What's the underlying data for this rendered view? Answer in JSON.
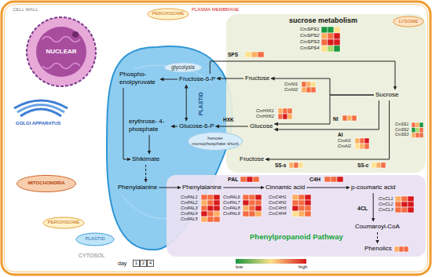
{
  "diagram": {
    "nodes": [
      {
        "text": [
          "CELL WALL",
          "PLASMA MEMBRANE",
          "CYTOSOL"
        ]
      },
      {
        "text": [
          "NUCLEAR"
        ],
        "in": 0
      },
      {
        "text": [
          "PEROXISOME"
        ],
        "in": 0
      },
      {
        "text": [
          "LYSOME"
        ],
        "in": 0
      },
      {
        "text": [
          "GOLGI APPARATUS"
        ],
        "in": 0
      },
      {
        "text": [
          "MITOCHONDRIA"
        ],
        "in": 0
      },
      {
        "text": [
          "PEROXISOME"
        ],
        "in": 0
      },
      {
        "text": [
          "PLASTID"
        ],
        "in": 0
      },
      {
        "text": [
          "PLASTID"
        ],
        "in": 0
      },
      {
        "text": [
          "Phospho- enolpyruvate"
        ],
        "in": 8
      },
      {
        "text": [
          "glycolysis"
        ],
        "in": 8
      },
      {
        "text": [
          "Fructose-6-P"
        ],
        "in": 8
      },
      {
        "text": [
          "erythrose- 4- phosphate"
        ],
        "in": 8
      },
      {
        "text": [
          "Glucose-6-P"
        ],
        "in": 8
      },
      {
        "text": [
          "hexose monophosphate shunt"
        ],
        "in": 0
      },
      {
        "text": [
          "Shikimate"
        ],
        "in": 8
      },
      {
        "text": [
          "Phenylalanine"
        ],
        "in": 8
      },
      {
        "text": [
          "sucrose metabolism"
        ],
        "in": 0
      },
      {
        "text": [
          "Fructose"
        ],
        "in": 17
      },
      {
        "text": [
          "Glucose"
        ],
        "in": 17
      },
      {
        "text": [
          "Sucrose"
        ],
        "in": 17
      },
      {
        "text": [
          "Fructose"
        ],
        "in": 17
      },
      {
        "text": [
          "Phenylpropanoid Pathway"
        ],
        "in": 0
      },
      {
        "text": [
          "Phenylalanine"
        ],
        "in": 22
      },
      {
        "text": [
          "Cinnamic acid"
        ],
        "in": 22
      },
      {
        "text": [
          "p-coumaric acid"
        ],
        "in": 22
      },
      {
        "text": [
          "Coumaroyl-CoA"
        ],
        "in": 22
      },
      {
        "text": [
          "Phenolics"
        ],
        "in": 22
      }
    ],
    "edges": [
      {
        "from": 18,
        "to": 11,
        "arrow": "to"
      },
      {
        "from": 11,
        "to": 9,
        "arrow": "to"
      },
      {
        "from": 11,
        "to": 13,
        "arrow": "both"
      },
      {
        "from": 19,
        "to": 13,
        "arrow": "to"
      },
      {
        "from": 13,
        "to": 12,
        "arrow": "to"
      },
      {
        "from": 9,
        "to": 15,
        "arrow": "to"
      },
      {
        "from": 12,
        "to": 15,
        "arrow": "to"
      },
      {
        "from": 15,
        "to": 16,
        "arrow": "to"
      },
      {
        "from": 16,
        "to": 23,
        "arrow": "to"
      },
      {
        "from": 23,
        "to": 24,
        "arrow": "to"
      },
      {
        "from": 24,
        "to": 25,
        "arrow": "to"
      },
      {
        "from": 25,
        "to": 26,
        "arrow": "to"
      },
      {
        "from": 26,
        "to": 27,
        "arrow": "to"
      },
      {
        "from": 11,
        "to": 20,
        "arrow": "to"
      },
      {
        "from": 20,
        "to": 18,
        "arrow": "to"
      },
      {
        "from": 20,
        "to": 19,
        "arrow": "to"
      },
      {
        "from": 20,
        "to": 19,
        "arrow": "to"
      },
      {
        "from": 20,
        "to": 21,
        "arrow": "to"
      }
    ],
    "labels": [
      "SPS",
      "CmSPS1",
      "CmSPS2",
      "CmSPS3",
      "CmSPS4",
      "CmNI1",
      "CmNI2",
      "HXK",
      "CmHXK1",
      "CmHXK2",
      "NI",
      "AI",
      "CmAI1",
      "CmAI2",
      "CmSS1",
      "CmSS2",
      "CmSS3",
      "SS-c",
      "SS-s",
      "PAL",
      "CmPAL1",
      "CmPAL2",
      "CmPAL3",
      "CmPAL4",
      "CmPAL5",
      "CmPAL6",
      "CmPAL7",
      "CmPAL8",
      "CmPAL9",
      "C4H",
      "CmC4H1",
      "CmC4H2",
      "CmC4H3",
      "CmC4H4",
      "4CL",
      "CmCL1",
      "CmCL2",
      "CmCL3",
      "day",
      "1",
      "2",
      "4",
      "low",
      "high"
    ]
  }
}
